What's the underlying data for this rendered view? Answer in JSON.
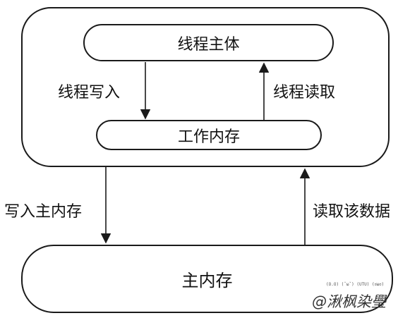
{
  "nodes": {
    "thread_body": "线程主体",
    "working_memory": "工作内存",
    "main_memory": "主内存"
  },
  "edges": {
    "thread_write": "线程写入",
    "thread_read": "线程读取",
    "write_main_memory": "写入主内存",
    "read_data": "读取该数据"
  },
  "watermark": {
    "faces": "(O.O) (ˇωˇ) (UTU) (ಠωಠ)",
    "handle": "@湫枫染璺"
  }
}
